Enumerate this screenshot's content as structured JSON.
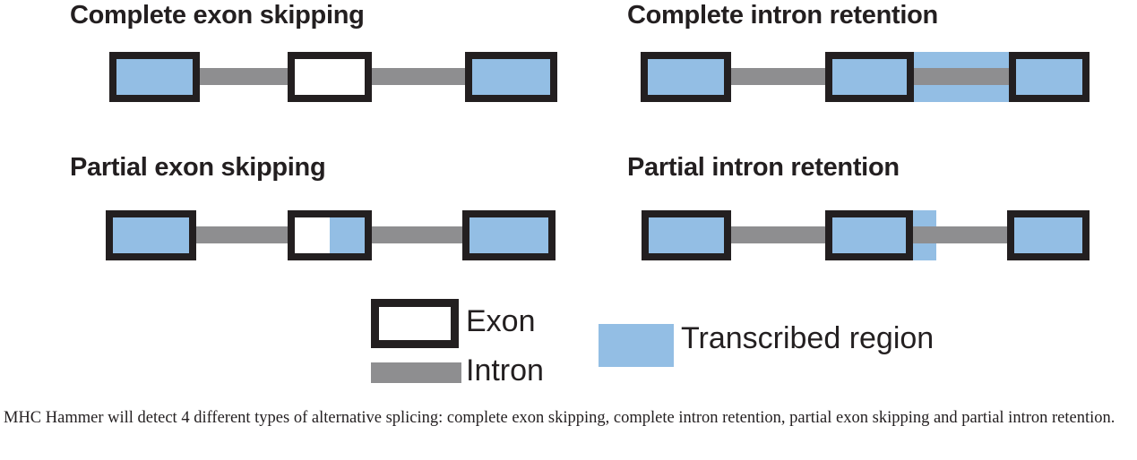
{
  "figure": {
    "colors": {
      "exon_border": "#231f20",
      "exon_unfilled": "#ffffff",
      "intron": "#8e8e90",
      "transcribed_region": "#93bee4",
      "background": "#ffffff",
      "text": "#231f20"
    },
    "panels": [
      {
        "id": "complete-exon-skipping",
        "title": "Complete exon skipping",
        "description": "Three exons joined by introns; the middle exon is unfilled (not transcribed), the flanking exons are filled with transcribed region.",
        "exons": [
          {
            "index": 1,
            "transcribed_fraction": 1.0
          },
          {
            "index": 2,
            "transcribed_fraction": 0.0
          },
          {
            "index": 3,
            "transcribed_fraction": 1.0
          }
        ],
        "introns": [
          {
            "index": 1,
            "retained_fraction": 0.0
          },
          {
            "index": 2,
            "retained_fraction": 0.0
          }
        ]
      },
      {
        "id": "complete-intron-retention",
        "title": "Complete intron retention",
        "description": "Three transcribed exons; the second intron is fully covered by the transcribed region band.",
        "exons": [
          {
            "index": 1,
            "transcribed_fraction": 1.0
          },
          {
            "index": 2,
            "transcribed_fraction": 1.0
          },
          {
            "index": 3,
            "transcribed_fraction": 1.0
          }
        ],
        "introns": [
          {
            "index": 1,
            "retained_fraction": 0.0
          },
          {
            "index": 2,
            "retained_fraction": 1.0
          }
        ]
      },
      {
        "id": "partial-exon-skipping",
        "title": "Partial exon skipping",
        "description": "Three exons; the middle exon is only half filled with transcribed region (left half unfilled, right half transcribed).",
        "exons": [
          {
            "index": 1,
            "transcribed_fraction": 1.0
          },
          {
            "index": 2,
            "transcribed_fraction": 0.5
          },
          {
            "index": 3,
            "transcribed_fraction": 1.0
          }
        ],
        "introns": [
          {
            "index": 1,
            "retained_fraction": 0.0
          },
          {
            "index": 2,
            "retained_fraction": 0.0
          }
        ]
      },
      {
        "id": "partial-intron-retention",
        "title": "Partial intron retention",
        "description": "Three transcribed exons; only a short segment at the start of the second intron is covered by the transcribed region band.",
        "exons": [
          {
            "index": 1,
            "transcribed_fraction": 1.0
          },
          {
            "index": 2,
            "transcribed_fraction": 1.0
          },
          {
            "index": 3,
            "transcribed_fraction": 1.0
          }
        ],
        "introns": [
          {
            "index": 1,
            "retained_fraction": 0.0
          },
          {
            "index": 2,
            "retained_fraction": 0.15
          }
        ]
      }
    ],
    "legend": {
      "items": [
        {
          "key": "exon",
          "label": "Exon",
          "swatch": "exon-outline-box"
        },
        {
          "key": "intron",
          "label": "Intron",
          "swatch": "gray-bar"
        },
        {
          "key": "transcribed_region",
          "label": "Transcribed region",
          "swatch": "blue-rectangle"
        }
      ]
    }
  },
  "caption": {
    "text": "MHC Hammer will detect 4 different types of alternative splicing: complete exon skipping, complete intron retention, partial exon skipping and partial intron retention."
  }
}
